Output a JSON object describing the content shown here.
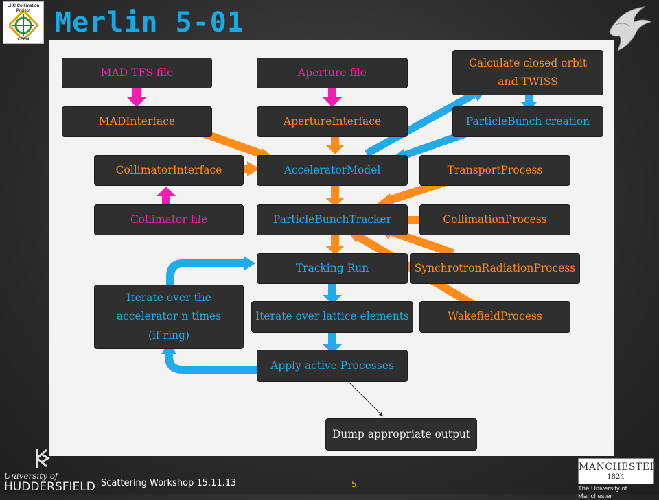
{
  "header": {
    "title": "Merlin 5-01",
    "logo_top": "LHC Collimation Project",
    "logo_bottom": "CERN"
  },
  "colors": {
    "accent": "#19a9e6",
    "magenta": "#f01fb0",
    "orange": "#ff8c1a",
    "blue": "#22aaea",
    "node_bg": "#2f2f2f"
  },
  "diagram": {
    "nodes": {
      "mad_tfs_file": "MAD TFS file",
      "madinterface": "MADInterface",
      "aperture_file": "Aperture file",
      "apertureinterface": "ApertureInterface",
      "calc_closed_orbit_line1": "Calculate closed orbit",
      "calc_closed_orbit_line2": "and TWISS",
      "particlebunch_creation": "ParticleBunch creation",
      "collimatorinterface": "CollimatorInterface",
      "acceleratormodel": "AcceleratorModel",
      "transportprocess": "TransportProcess",
      "collimator_file": "Collimator file",
      "particlebunchtracker": "ParticleBunchTracker",
      "collimationprocess": "CollimationProcess",
      "tracking_run": "Tracking Run",
      "synchrotronradiationprocess": "SynchrotronRadiationProcess",
      "iterate_accel_line1": "Iterate over the",
      "iterate_accel_line2": "accelerator n times",
      "iterate_accel_line3": "(if ring)",
      "iterate_lattice": "Iterate over lattice elements",
      "wakefieldprocess": "WakefieldProcess",
      "apply_processes": "Apply active Processes",
      "dump_output": "Dump appropriate output"
    }
  },
  "footer": {
    "event": "Scattering Workshop 15.11.13",
    "page_number": "5",
    "left_logo_line1": "University of",
    "left_logo_line2": "HUDDERSFIELD",
    "right_logo_line1": "MANCHESTER",
    "right_logo_line2": "1824",
    "right_logo_line3": "The University of Manchester"
  }
}
